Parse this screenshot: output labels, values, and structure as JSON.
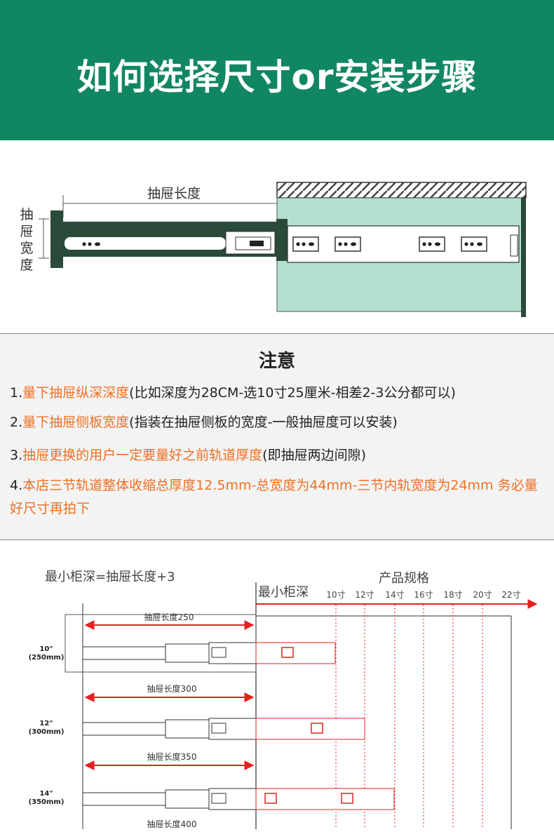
{
  "header": {
    "title": "如何选择尺寸or安装步骤"
  },
  "diagram1": {
    "length_label": "抽屉长度",
    "height_label_chars": [
      "抽",
      "屉",
      "宽",
      "度"
    ]
  },
  "notice": {
    "title": "注意",
    "items": [
      {
        "num": "1.",
        "highlight": "量下抽屉纵深深度",
        "rest": "(比如深度为28CM-选10寸25厘米-相差2-3公分都可以)"
      },
      {
        "num": "2.",
        "highlight": "量下抽屉侧板宽度",
        "rest": "(指装在抽屉侧板的宽度-一般抽屉度可以安装)"
      },
      {
        "num": "3.",
        "highlight": "抽屉更换的用户一定要量好之前轨道厚度",
        "rest": "(即抽屉两边间隙)"
      },
      {
        "num": "4.",
        "highlight": "本店三节轨道整体收缩总厚度12.5mm-总宽度为44mm-三节内轨宽度为24mm 务必量好尺寸再拍下",
        "rest": ""
      }
    ]
  },
  "spec": {
    "formula": "最小柜深=抽屉长度+3",
    "product_spec": "产品规格",
    "min_depth": "最小柜深",
    "inches": [
      "10寸",
      "12寸",
      "14寸",
      "16寸",
      "18寸",
      "20寸",
      "22寸"
    ],
    "rows": [
      {
        "size": "10\"",
        "mm": "(250mm)",
        "length_label": "抽屉长度250"
      },
      {
        "size": "12\"",
        "mm": "(300mm)",
        "length_label": "抽屉长度300"
      },
      {
        "size": "14\"",
        "mm": "(350mm)",
        "length_label": "抽屉长度350"
      },
      {
        "size": "",
        "mm": "",
        "length_label": "抽屉长度400"
      }
    ]
  },
  "colors": {
    "brand_green": "#118663",
    "highlight_orange": "#ef7023",
    "arrow_red": "#e5201f",
    "cabinet_mint": "#b1e0cf",
    "rail_dark": "#2a4a3a"
  }
}
